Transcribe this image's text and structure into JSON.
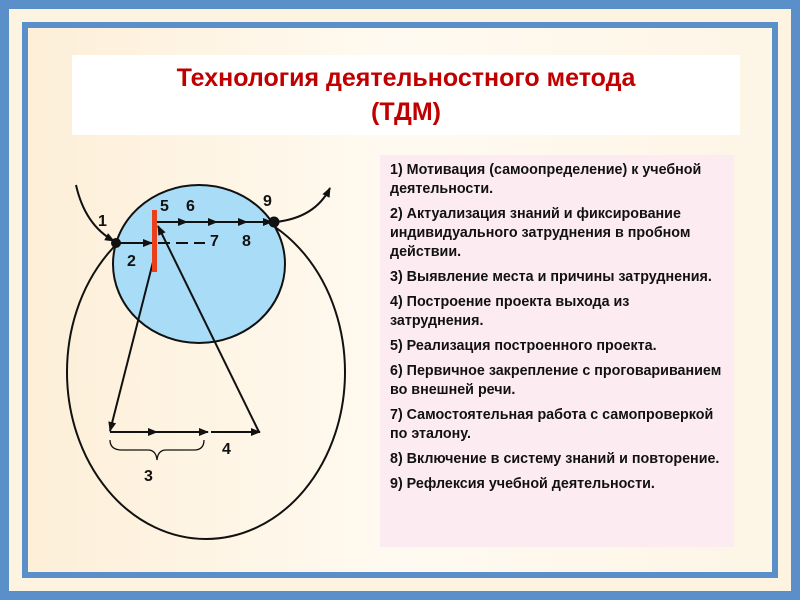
{
  "title": {
    "line1": "Технология деятельностного метода",
    "line2": "(ТДМ)"
  },
  "steps": [
    "1)  Мотивация (самоопределение) к учебной деятельности.",
    "2)  Актуализация знаний и фиксирование индивидуального затруднения в пробном действии.",
    "3)  Выявление места и причины затруднения.",
    "4)  Построение проекта выхода из затруднения.",
    "5)  Реализация построенного проекта.",
    "6)  Первичное закрепление с проговариванием во внешней речи.",
    "7)  Самостоятельная работа с самопроверкой по эталону.",
    "8)  Включение в систему знаний и повторение.",
    "9)  Рефлексия учебной деятельности."
  ],
  "diagram": {
    "labels": [
      "1",
      "2",
      "3",
      "4",
      "5",
      "6",
      "7",
      "8",
      "9"
    ]
  },
  "colors": {
    "border": "#5b8fc9",
    "title": "#c00000",
    "circle": "#a8dcf7",
    "bar": "#e8401c"
  }
}
